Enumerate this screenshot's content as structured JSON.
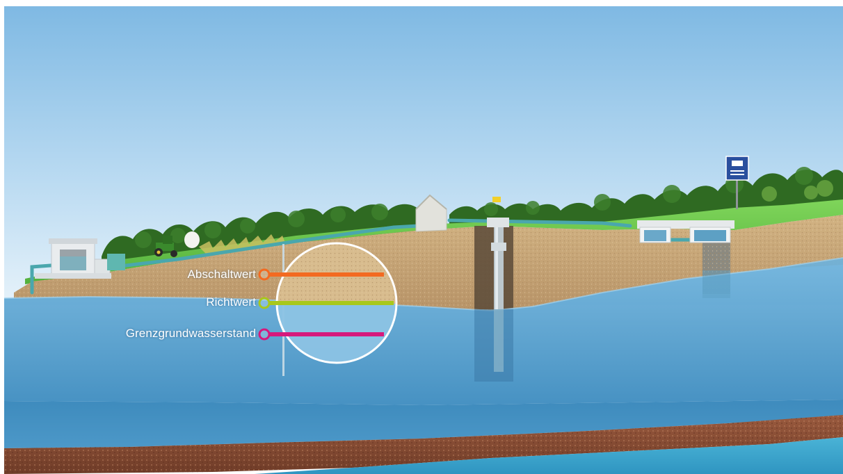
{
  "markers": [
    {
      "label": "Abschaltwert",
      "color": "#f36a21"
    },
    {
      "label": "Richtwert",
      "color": "#a8c81b"
    },
    {
      "label": "Grenzgrundwasserstand",
      "color": "#d6197c"
    }
  ],
  "colors": {
    "sky_top": "#86bde6",
    "sky_bottom": "#e4f1fa",
    "soil": "#c8a87a",
    "groundwater": "#4f9ccb",
    "deep_water": "#3a86b8",
    "bedrock": "#8a4e38",
    "grass": "#6cc84a",
    "trees": "#2f6a22",
    "pipe": "#4aa7ad"
  },
  "objects": {
    "left_structure": "water-treatment-building",
    "tractor": "tractor-icon",
    "center_well": "observation-well",
    "right_sign": "signboard",
    "right_structure": "pump-shaft-structure"
  }
}
